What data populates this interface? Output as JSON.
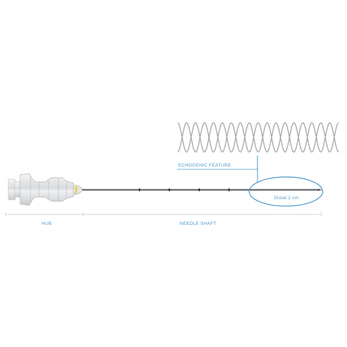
{
  "labels": {
    "echogenic_feature": "ECHOGENIC FEATURE",
    "distal": "Distal 2 cm",
    "hub": "HUB",
    "needle_shaft": "NEEDLE SHAFT"
  },
  "colors": {
    "accent": "#4a97c9",
    "pattern_stroke": "#a7a9ac",
    "shaft": "#6d6e71",
    "guide_line": "#c7c8ca"
  },
  "icons": {
    "hub": "needle-hub-icon",
    "pattern": "echogenic-helix-icon"
  }
}
